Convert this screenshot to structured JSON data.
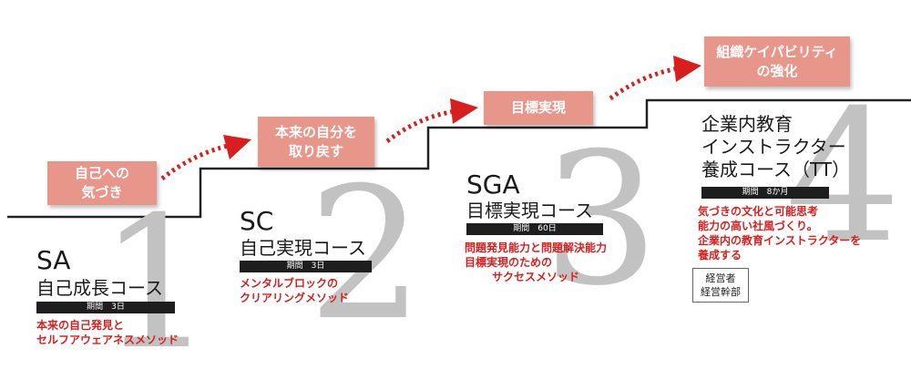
{
  "goals": [
    {
      "line1": "自己への",
      "line2": "気づき"
    },
    {
      "line1": "本来の自分を",
      "line2": "取り戻す"
    },
    {
      "line1": "目標実現",
      "line2": ""
    },
    {
      "line1": "組織ケイパビリティ",
      "line2": "の強化"
    }
  ],
  "courses": [
    {
      "number": "1",
      "code": "SA",
      "title_lines": [
        "自己成長コース"
      ],
      "period": "期間　3日",
      "desc_lines": [
        "本来の自己発見と",
        "セルフアウェアネスメソッド"
      ]
    },
    {
      "number": "2",
      "code": "SC",
      "title_lines": [
        "自己実現コース"
      ],
      "period": "期間　3日",
      "desc_lines": [
        "メンタルブロックの",
        "クリアリングメソッド"
      ]
    },
    {
      "number": "3",
      "code": "SGA",
      "title_lines": [
        "目標実現コース"
      ],
      "period": "期間　60日",
      "desc_lines": [
        "問題発見能力と問題解決能力",
        "目標実現のための",
        "サクセスメソッド"
      ]
    },
    {
      "number": "4",
      "code": "",
      "title_lines": [
        "企業内教育",
        "インストラクター",
        "養成コース（TT）"
      ],
      "period": "期間　8か月",
      "desc_lines": [
        "気づきの文化と可能思考",
        "能力の高い社風づくり。",
        "企業内の教育インストラクターを",
        "養成する"
      ]
    }
  ],
  "target": {
    "line1": "経営者",
    "line2": "経営幹部"
  },
  "colors": {
    "goal_box": "#e8958a",
    "arrow": "#d81e1e",
    "desc_text": "#d81e1e",
    "step_line": "#222222",
    "big_number": "#c2c2c2"
  }
}
